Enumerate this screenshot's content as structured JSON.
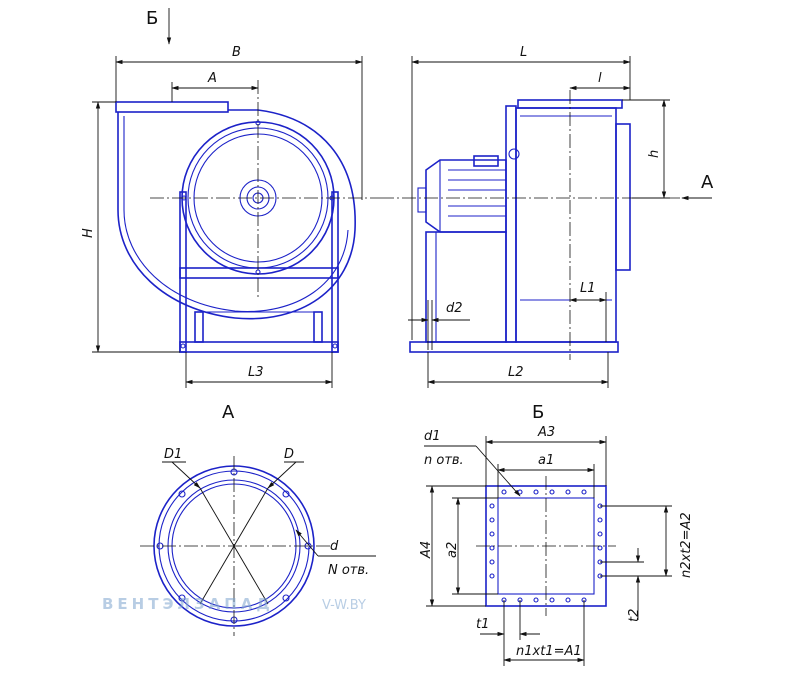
{
  "colors": {
    "outline": "#1c22c8",
    "dimension": "#111111",
    "watermark": "#7fa6cf"
  },
  "views": {
    "front": {
      "view_arrow_label": "Б",
      "dims": {
        "width": "B",
        "offset": "A",
        "height": "H",
        "base": "L3"
      }
    },
    "side": {
      "view_arrow_label": "A",
      "dims": {
        "length": "L",
        "flange_len": "l",
        "height_h": "h",
        "anchor_dia": "d2",
        "base": "L2",
        "inner": "L1"
      }
    },
    "view_a": {
      "title": "А",
      "labels": {
        "D1": "D1",
        "D": "D",
        "d": "d",
        "n_holes": "N отв."
      }
    },
    "view_b": {
      "title": "Б",
      "labels": {
        "d1": "d1",
        "n_holes": "n отв.",
        "A3": "A3",
        "a1": "a1",
        "A4": "A4",
        "a2": "a2",
        "n2t2": "n2xt2=A2",
        "t2": "t2",
        "t1": "t1",
        "n1t1": "n1xt1=A1"
      }
    }
  },
  "watermark": {
    "brand": "ВЕНТЭЛЗАПАД",
    "site": "V-W.BY"
  }
}
